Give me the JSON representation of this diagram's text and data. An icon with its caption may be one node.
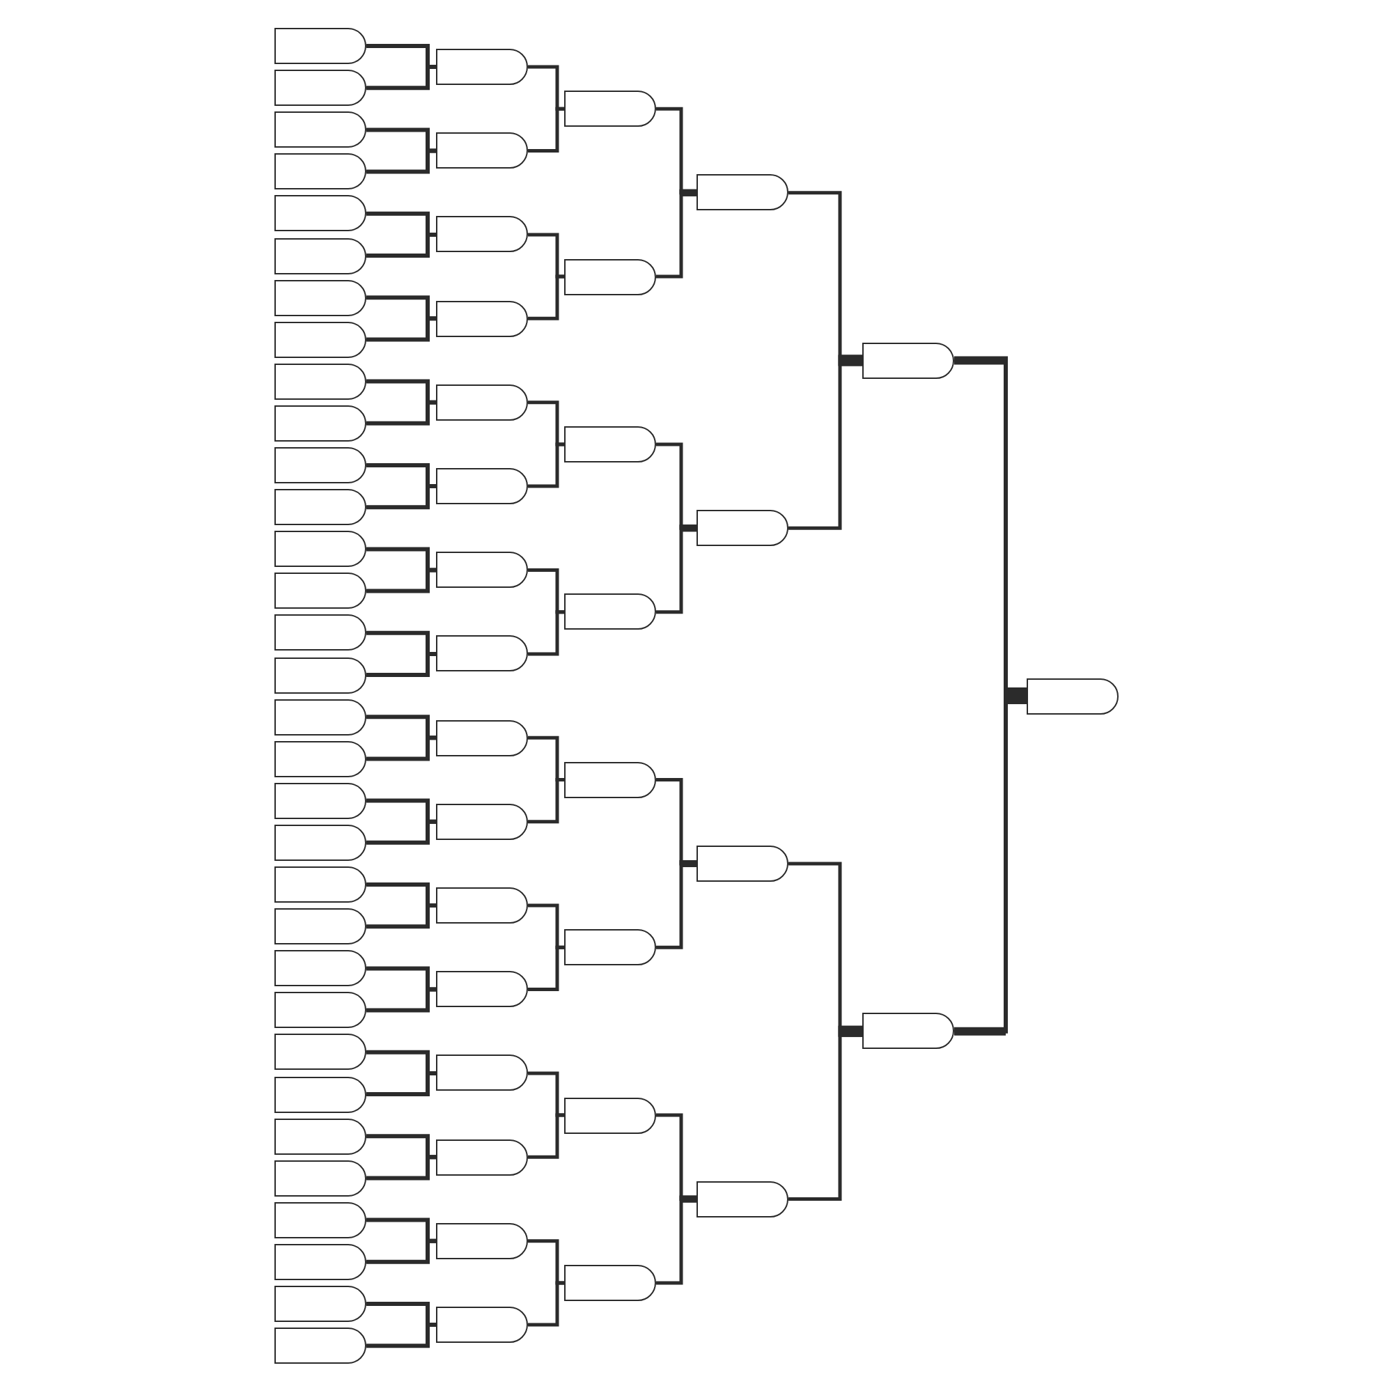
{
  "diagram": {
    "nodes": [
      {
        "text": [],
        "shape": "box"
      },
      {
        "text": [],
        "shape": "box"
      },
      {
        "text": [],
        "shape": "box"
      },
      {
        "text": [],
        "shape": "box"
      },
      {
        "text": [],
        "shape": "box"
      },
      {
        "text": [],
        "shape": "box"
      },
      {
        "text": [],
        "shape": "box"
      },
      {
        "text": [],
        "shape": "box"
      },
      {
        "text": [],
        "shape": "box"
      },
      {
        "text": [],
        "shape": "box"
      },
      {
        "text": [],
        "shape": "box"
      },
      {
        "text": [],
        "shape": "box"
      },
      {
        "text": [],
        "shape": "box"
      },
      {
        "text": [],
        "shape": "box"
      },
      {
        "text": [],
        "shape": "box"
      },
      {
        "text": [],
        "shape": "box"
      },
      {
        "text": [],
        "shape": "box"
      },
      {
        "text": [],
        "shape": "box"
      },
      {
        "text": [],
        "shape": "box"
      },
      {
        "text": [],
        "shape": "box"
      },
      {
        "text": [],
        "shape": "box"
      },
      {
        "text": [],
        "shape": "box"
      },
      {
        "text": [],
        "shape": "box"
      },
      {
        "text": [],
        "shape": "box"
      },
      {
        "text": [],
        "shape": "box"
      },
      {
        "text": [],
        "shape": "box"
      },
      {
        "text": [],
        "shape": "box"
      },
      {
        "text": [],
        "shape": "box"
      },
      {
        "text": [],
        "shape": "box"
      },
      {
        "text": [],
        "shape": "box"
      },
      {
        "text": [],
        "shape": "box"
      },
      {
        "text": [],
        "shape": "box"
      },
      {
        "text": [],
        "shape": "box"
      },
      {
        "text": [],
        "shape": "box"
      },
      {
        "text": [],
        "shape": "box"
      },
      {
        "text": [],
        "shape": "box"
      },
      {
        "text": [],
        "shape": "box"
      },
      {
        "text": [],
        "shape": "box"
      },
      {
        "text": [],
        "shape": "box"
      },
      {
        "text": [],
        "shape": "box"
      },
      {
        "text": [],
        "shape": "box"
      },
      {
        "text": [],
        "shape": "box"
      },
      {
        "text": [],
        "shape": "box"
      },
      {
        "text": [],
        "shape": "box"
      },
      {
        "text": [],
        "shape": "box"
      },
      {
        "text": [],
        "shape": "box"
      },
      {
        "text": [],
        "shape": "box"
      },
      {
        "text": [],
        "shape": "box"
      },
      {
        "text": [],
        "shape": "box"
      },
      {
        "text": [],
        "shape": "box"
      },
      {
        "text": [],
        "shape": "box"
      },
      {
        "text": [],
        "shape": "box"
      },
      {
        "text": [],
        "shape": "box"
      },
      {
        "text": [],
        "shape": "box"
      },
      {
        "text": [],
        "shape": "box"
      },
      {
        "text": [],
        "shape": "box"
      },
      {
        "text": [],
        "shape": "box"
      },
      {
        "text": [],
        "shape": "box"
      },
      {
        "text": [],
        "shape": "box"
      },
      {
        "text": [],
        "shape": "box"
      },
      {
        "text": [],
        "shape": "box"
      },
      {
        "text": [],
        "shape": "box"
      },
      {
        "text": [],
        "shape": "box"
      }
    ],
    "edges": [
      {
        "from": 0,
        "to": 32,
        "arrow": "none"
      },
      {
        "from": 1,
        "to": 32,
        "arrow": "none"
      },
      {
        "from": 2,
        "to": 33,
        "arrow": "none"
      },
      {
        "from": 3,
        "to": 33,
        "arrow": "none"
      },
      {
        "from": 4,
        "to": 34,
        "arrow": "none"
      },
      {
        "from": 5,
        "to": 34,
        "arrow": "none"
      },
      {
        "from": 6,
        "to": 35,
        "arrow": "none"
      },
      {
        "from": 7,
        "to": 35,
        "arrow": "none"
      },
      {
        "from": 8,
        "to": 36,
        "arrow": "none"
      },
      {
        "from": 9,
        "to": 36,
        "arrow": "none"
      },
      {
        "from": 10,
        "to": 37,
        "arrow": "none"
      },
      {
        "from": 11,
        "to": 37,
        "arrow": "none"
      },
      {
        "from": 12,
        "to": 38,
        "arrow": "none"
      },
      {
        "from": 13,
        "to": 38,
        "arrow": "none"
      },
      {
        "from": 14,
        "to": 39,
        "arrow": "none"
      },
      {
        "from": 15,
        "to": 39,
        "arrow": "none"
      },
      {
        "from": 16,
        "to": 40,
        "arrow": "none"
      },
      {
        "from": 17,
        "to": 40,
        "arrow": "none"
      },
      {
        "from": 18,
        "to": 41,
        "arrow": "none"
      },
      {
        "from": 19,
        "to": 41,
        "arrow": "none"
      },
      {
        "from": 20,
        "to": 42,
        "arrow": "none"
      },
      {
        "from": 21,
        "to": 42,
        "arrow": "none"
      },
      {
        "from": 22,
        "to": 43,
        "arrow": "none"
      },
      {
        "from": 23,
        "to": 43,
        "arrow": "none"
      },
      {
        "from": 24,
        "to": 44,
        "arrow": "none"
      },
      {
        "from": 25,
        "to": 44,
        "arrow": "none"
      },
      {
        "from": 26,
        "to": 45,
        "arrow": "none"
      },
      {
        "from": 27,
        "to": 45,
        "arrow": "none"
      },
      {
        "from": 28,
        "to": 46,
        "arrow": "none"
      },
      {
        "from": 29,
        "to": 46,
        "arrow": "none"
      },
      {
        "from": 30,
        "to": 47,
        "arrow": "none"
      },
      {
        "from": 31,
        "to": 47,
        "arrow": "none"
      },
      {
        "from": 32,
        "to": 48,
        "arrow": "none"
      },
      {
        "from": 33,
        "to": 48,
        "arrow": "none"
      },
      {
        "from": 34,
        "to": 49,
        "arrow": "none"
      },
      {
        "from": 35,
        "to": 49,
        "arrow": "none"
      },
      {
        "from": 36,
        "to": 50,
        "arrow": "none"
      },
      {
        "from": 37,
        "to": 50,
        "arrow": "none"
      },
      {
        "from": 38,
        "to": 51,
        "arrow": "none"
      },
      {
        "from": 39,
        "to": 51,
        "arrow": "none"
      },
      {
        "from": 40,
        "to": 52,
        "arrow": "none"
      },
      {
        "from": 41,
        "to": 52,
        "arrow": "none"
      },
      {
        "from": 42,
        "to": 53,
        "arrow": "none"
      },
      {
        "from": 43,
        "to": 53,
        "arrow": "none"
      },
      {
        "from": 44,
        "to": 54,
        "arrow": "none"
      },
      {
        "from": 45,
        "to": 54,
        "arrow": "none"
      },
      {
        "from": 46,
        "to": 55,
        "arrow": "none"
      },
      {
        "from": 47,
        "to": 55,
        "arrow": "none"
      },
      {
        "from": 48,
        "to": 56,
        "arrow": "none"
      },
      {
        "from": 49,
        "to": 56,
        "arrow": "none"
      },
      {
        "from": 50,
        "to": 57,
        "arrow": "none"
      },
      {
        "from": 51,
        "to": 57,
        "arrow": "none"
      },
      {
        "from": 52,
        "to": 58,
        "arrow": "none"
      },
      {
        "from": 53,
        "to": 58,
        "arrow": "none"
      },
      {
        "from": 54,
        "to": 59,
        "arrow": "none"
      },
      {
        "from": 55,
        "to": 59,
        "arrow": "none"
      },
      {
        "from": 56,
        "to": 60,
        "arrow": "none"
      },
      {
        "from": 57,
        "to": 60,
        "arrow": "none"
      },
      {
        "from": 58,
        "to": 61,
        "arrow": "none"
      },
      {
        "from": 59,
        "to": 61,
        "arrow": "none"
      },
      {
        "from": 60,
        "to": 62,
        "arrow": "none"
      },
      {
        "from": 61,
        "to": 62,
        "arrow": "none"
      }
    ]
  }
}
